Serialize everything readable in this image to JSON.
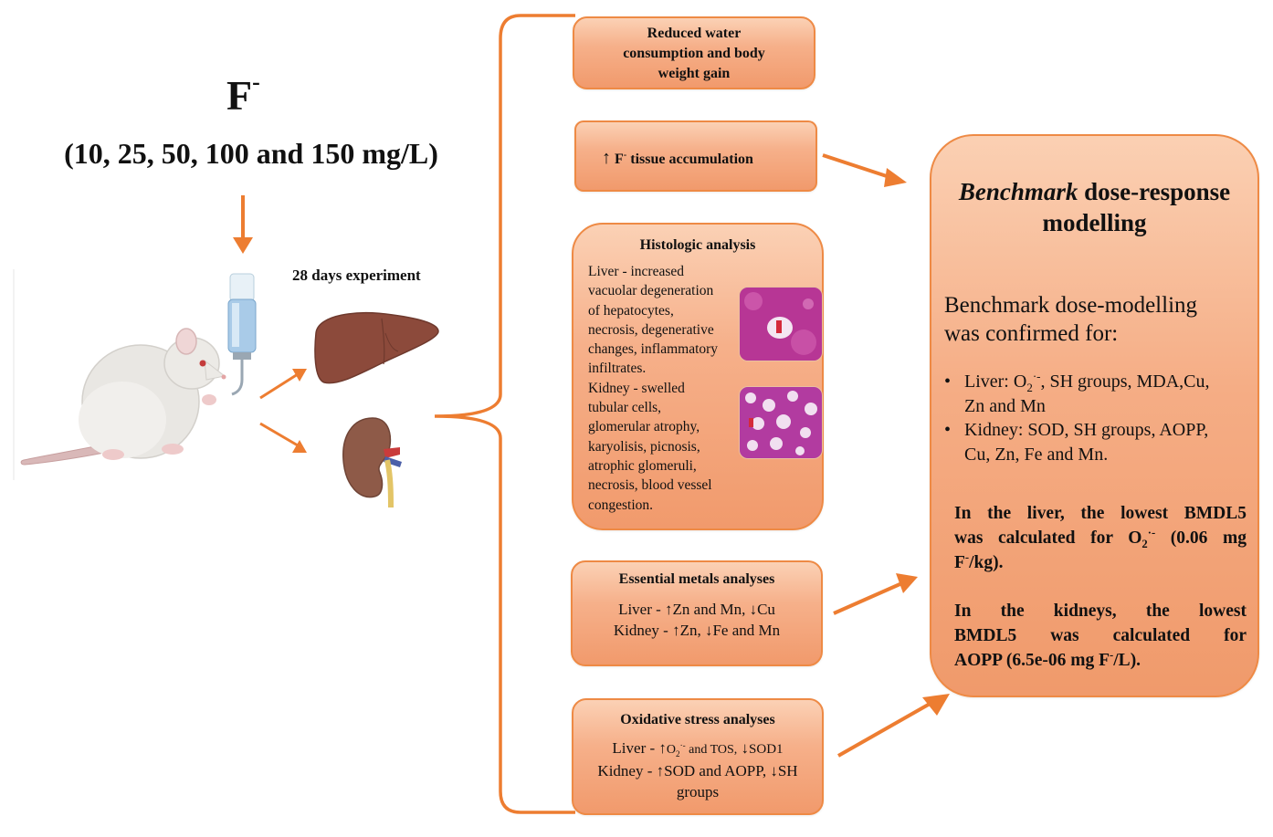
{
  "left": {
    "ion_symbol": "F",
    "ion_charge": "-",
    "concentrations": "(10, 25, 50, 100 and 150 mg/L)",
    "experiment_label": "28 days experiment"
  },
  "boxes": {
    "water": {
      "line1": "Reduced water",
      "line2": "consumption and body",
      "line3": "weight gain"
    },
    "accumulation": {
      "ion": "F",
      "charge": "-",
      "text": "tissue accumulation"
    },
    "histology": {
      "title": "Histologic analysis",
      "liver": [
        "Liver - increased",
        "vacuolar degeneration",
        "of hepatocytes,",
        "necrosis, degenerative",
        "changes, inflammatory",
        "infiltrates."
      ],
      "kidney": [
        "Kidney - swelled",
        "tubular cells,",
        "glomerular atrophy,",
        "karyolisis, picnosis,",
        "atrophic glomeruli,",
        "necrosis, blood vessel",
        "congestion."
      ]
    },
    "metals": {
      "title": "Essential metals analyses",
      "liver_prefix": "Liver -",
      "liver_up": "Zn and Mn,",
      "liver_down": "Cu",
      "kidney_prefix": "Kidney -",
      "kidney_up": "Zn,",
      "kidney_down": "Fe and Mn"
    },
    "oxidative": {
      "title": "Oxidative stress analyses",
      "liver_prefix": "Liver -",
      "liver_o": "O",
      "liver_o_sub": "2",
      "liver_o_sup": "·-",
      "liver_up_rest": "and TOS,",
      "liver_down": "SOD1",
      "kidney_prefix": "Kidney -",
      "kidney_up": "SOD and AOPP,",
      "kidney_down": "SH",
      "kidney_tail": "groups"
    }
  },
  "benchmark": {
    "title_italic": "Benchmark",
    "title_rest": "dose-response",
    "title_line2": "modelling",
    "subtitle_line1": "Benchmark dose-modelling",
    "subtitle_line2": "was confirmed for:",
    "bullet_liver_a": "Liver: O",
    "bullet_liver_sub": "2",
    "bullet_liver_sup": "·-",
    "bullet_liver_b": ", SH groups, MDA,Cu,",
    "bullet_liver_c": "Zn and Mn",
    "bullet_kidney_a": "Kidney: SOD, SH groups, AOPP,",
    "bullet_kidney_b": "Cu, Zn, Fe and Mn.",
    "liver_result_a": "In the liver, the lowest BMDL5",
    "liver_result_b": "was calculated for O",
    "liver_result_sub": "2",
    "liver_result_sup": "·-",
    "liver_result_c": " (0.06 mg",
    "liver_result_d": "F",
    "liver_result_d_sup": "-",
    "liver_result_e": "/kg).",
    "kidney_result_a": "In the kidneys, the lowest",
    "kidney_result_b": "BMDL5 was calculated for",
    "kidney_result_c": "AOPP (6.5e-06 mg F",
    "kidney_result_c_sup": "-",
    "kidney_result_d": "/L)."
  },
  "colors": {
    "accent": "#ed7d31",
    "box_border": "#ee8a45",
    "box_fill_top": "#fbd1b5",
    "box_fill_bottom": "#f19a6c"
  }
}
